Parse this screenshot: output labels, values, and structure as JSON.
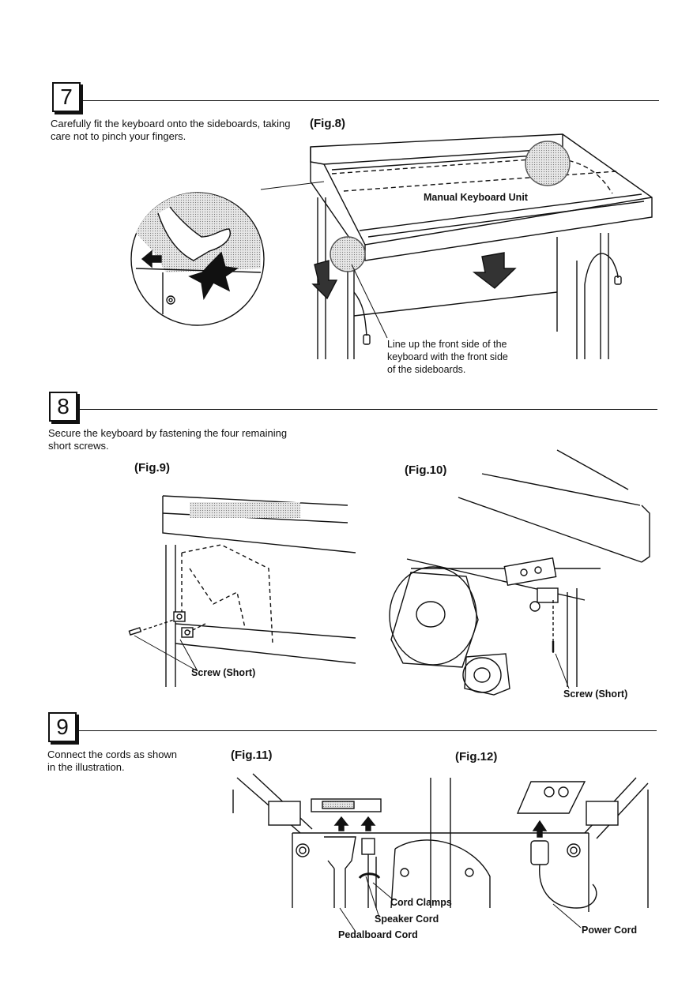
{
  "steps": [
    {
      "number": "7",
      "instruction_line1": "Carefully fit the keyboard onto the sideboards, taking",
      "instruction_line2": "care not to pinch your fingers."
    },
    {
      "number": "8",
      "instruction_line1": "Secure the keyboard by fastening the four remaining",
      "instruction_line2": "short screws."
    },
    {
      "number": "9",
      "instruction_line1": "Connect the cords as shown",
      "instruction_line2": "in the illustration."
    }
  ],
  "figures": {
    "fig8": {
      "label": "(Fig.8)",
      "callout_unit": "Manual Keyboard Unit",
      "note_line1": "Line up the front side of the",
      "note_line2": "keyboard with the front side",
      "note_line3": "of the sideboards."
    },
    "fig9": {
      "label": "(Fig.9)",
      "callout_screw": "Screw (Short)"
    },
    "fig10": {
      "label": "(Fig.10)",
      "callout_screw": "Screw (Short)"
    },
    "fig11": {
      "label": "(Fig.11)",
      "callout_clamps": "Cord Clamps",
      "callout_speaker": "Speaker Cord",
      "callout_pedal": "Pedalboard Cord"
    },
    "fig12": {
      "label": "(Fig.12)",
      "callout_power": "Power Cord"
    }
  }
}
